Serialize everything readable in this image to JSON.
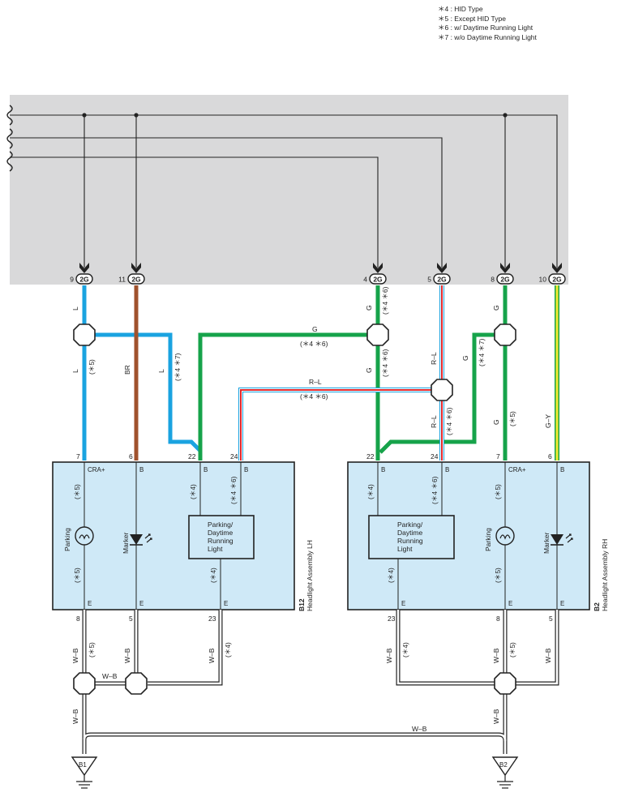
{
  "legend": [
    "＊4 : HID Type",
    "＊5 : Except HID Type",
    "＊6 : w/ Daytime Running Light",
    "＊7 : w/o Daytime Running Light"
  ],
  "colors": {
    "L": "#1aa3e0",
    "BR": "#a0522d",
    "G": "#16a34a",
    "R": "#e0282d",
    "Y": "#f2e830",
    "ecu_box": "#d9d9da",
    "assembly_box": "#cfe9f7"
  },
  "connector": "2G",
  "terminals_top": [
    {
      "pin": "9",
      "conn": "2G",
      "wire": "L"
    },
    {
      "pin": "11",
      "conn": "2G",
      "wire": "BR"
    },
    {
      "pin": "4",
      "conn": "2G",
      "wire": "G"
    },
    {
      "pin": "5",
      "conn": "2G",
      "wire": "R–L"
    },
    {
      "pin": "8",
      "conn": "2G",
      "wire": "G"
    },
    {
      "pin": "10",
      "conn": "2G",
      "wire": "G–Y"
    }
  ],
  "wire_labels": {
    "L": "L",
    "BR": "BR",
    "G": "G",
    "RL": "R–L",
    "GY": "G–Y",
    "WB": "W–B",
    "n5": "(＊5)",
    "n4": "(＊4)",
    "n46": "(＊4 ＊6)",
    "n47": "(＊4 ＊7)"
  },
  "lh": {
    "code": "B12",
    "name": "Headlight Assembly LH",
    "pins_top": [
      "7",
      "6",
      "22",
      "24"
    ],
    "pin_names_top": [
      "CRA+",
      "B",
      "B",
      "B"
    ],
    "pins_bottom": [
      "8",
      "5",
      "23"
    ],
    "pin_names_bottom": [
      "E",
      "E",
      "E"
    ],
    "parking": "Parking",
    "marker": "Marker",
    "drl_lines": [
      "Parking/",
      "Daytime",
      "Running",
      "Light"
    ]
  },
  "rh": {
    "code": "B2",
    "name": "Headlight Assembly RH",
    "pins_top": [
      "22",
      "24",
      "7",
      "6"
    ],
    "pin_names_top": [
      "B",
      "B",
      "CRA+",
      "B"
    ],
    "pins_bottom": [
      "23",
      "8",
      "5"
    ],
    "pin_names_bottom": [
      "E",
      "E",
      "E"
    ],
    "parking": "Parking",
    "marker": "Marker",
    "drl_lines": [
      "Parking/",
      "Daytime",
      "Running",
      "Light"
    ]
  },
  "grounds": [
    "B1",
    "B2"
  ]
}
